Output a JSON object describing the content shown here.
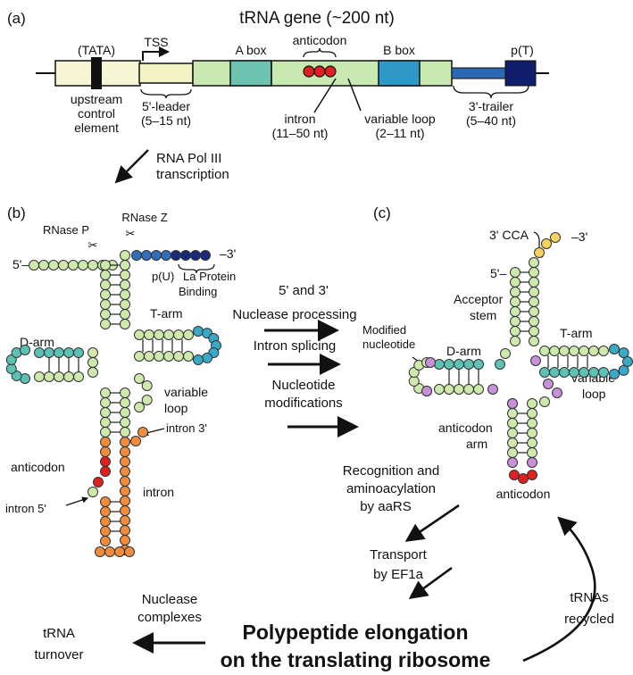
{
  "panel_a": {
    "panel_label": "(a)",
    "title": "tRNA gene (~200 nt)",
    "tata": "(TATA)",
    "tss": "TSS",
    "a_box": "A box",
    "anticodon": "anticodon",
    "b_box": "B box",
    "poly_t": "p(T)",
    "upstream_1": "upstream",
    "upstream_2": "control",
    "upstream_3": "element",
    "leader_1": "5'-leader",
    "leader_2": "(5–15 nt)",
    "intron_1": "intron",
    "intron_2": "(11–50 nt)",
    "varloop_1": "variable loop",
    "varloop_2": "(2–11 nt)",
    "trailer_1": "3'-trailer",
    "trailer_2": "(5–40 nt)"
  },
  "pol3": {
    "line1": "RNA Pol III",
    "line2": "transcription"
  },
  "panel_b": {
    "panel_label": "(b)",
    "rnase_p": "RNase P",
    "rnase_z": "RNase Z",
    "five_prime": "5'–",
    "three_prime": "–3'",
    "pu_1": "p(U)",
    "pu_2": "La Protein",
    "pu_3": "Binding",
    "t_arm": "T-arm",
    "d_arm": "D-arm",
    "variable_1": "variable",
    "variable_2": "loop",
    "intron3": "intron 3'",
    "anticodon": "anticodon",
    "intron5": "intron 5'",
    "intron": "intron"
  },
  "processing": {
    "step1_a": "5' and 3'",
    "step1_b": "Nuclease processing",
    "step2": "Intron splicing",
    "step3_a": "Nucleotide",
    "step3_b": "modifications"
  },
  "panel_c": {
    "panel_label": "(c)",
    "cca": "3' CCA",
    "three_prime": "–3'",
    "five_prime": "5'–",
    "acceptor_1": "Acceptor",
    "acceptor_2": "stem",
    "modified_1": "Modified",
    "modified_2": "nucleotide",
    "d_arm": "D-arm",
    "t_arm": "T-arm",
    "variable_1": "variable",
    "variable_2": "loop",
    "ac_arm_1": "anticodon",
    "ac_arm_2": "arm",
    "anticodon": "anticodon"
  },
  "cycle": {
    "recog_1": "Recognition and",
    "recog_2": "aminoacylation",
    "recog_3": "by aaRS",
    "transport_1": "Transport",
    "transport_2": "by EF1a",
    "nuclease_1": "Nuclease",
    "nuclease_2": "complexes",
    "recycled_1": "tRNAs",
    "recycled_2": "recycled",
    "turnover_1": "tRNA",
    "turnover_2": "turnover",
    "elong_1": "Polypeptide elongation",
    "elong_2": "on the translating ribosome"
  },
  "colors": {
    "leader": "#f2f4c4",
    "mature": "#c8eab0",
    "box_a": "#6cc4b0",
    "box_b": "#2e98c8",
    "trailer": "#2b67b3",
    "poly_t": "#0f1d6b",
    "nt_green": "#cde9ac",
    "nt_teal": "#5cc2b4",
    "nt_cyan": "#38aac8",
    "nt_orange": "#f08c3c",
    "nt_red": "#e02020",
    "nt_purple": "#c890d8",
    "nt_yellow": "#f6d35a",
    "nt_blue": "#2f6fb8",
    "nt_navy": "#1a2a78"
  }
}
